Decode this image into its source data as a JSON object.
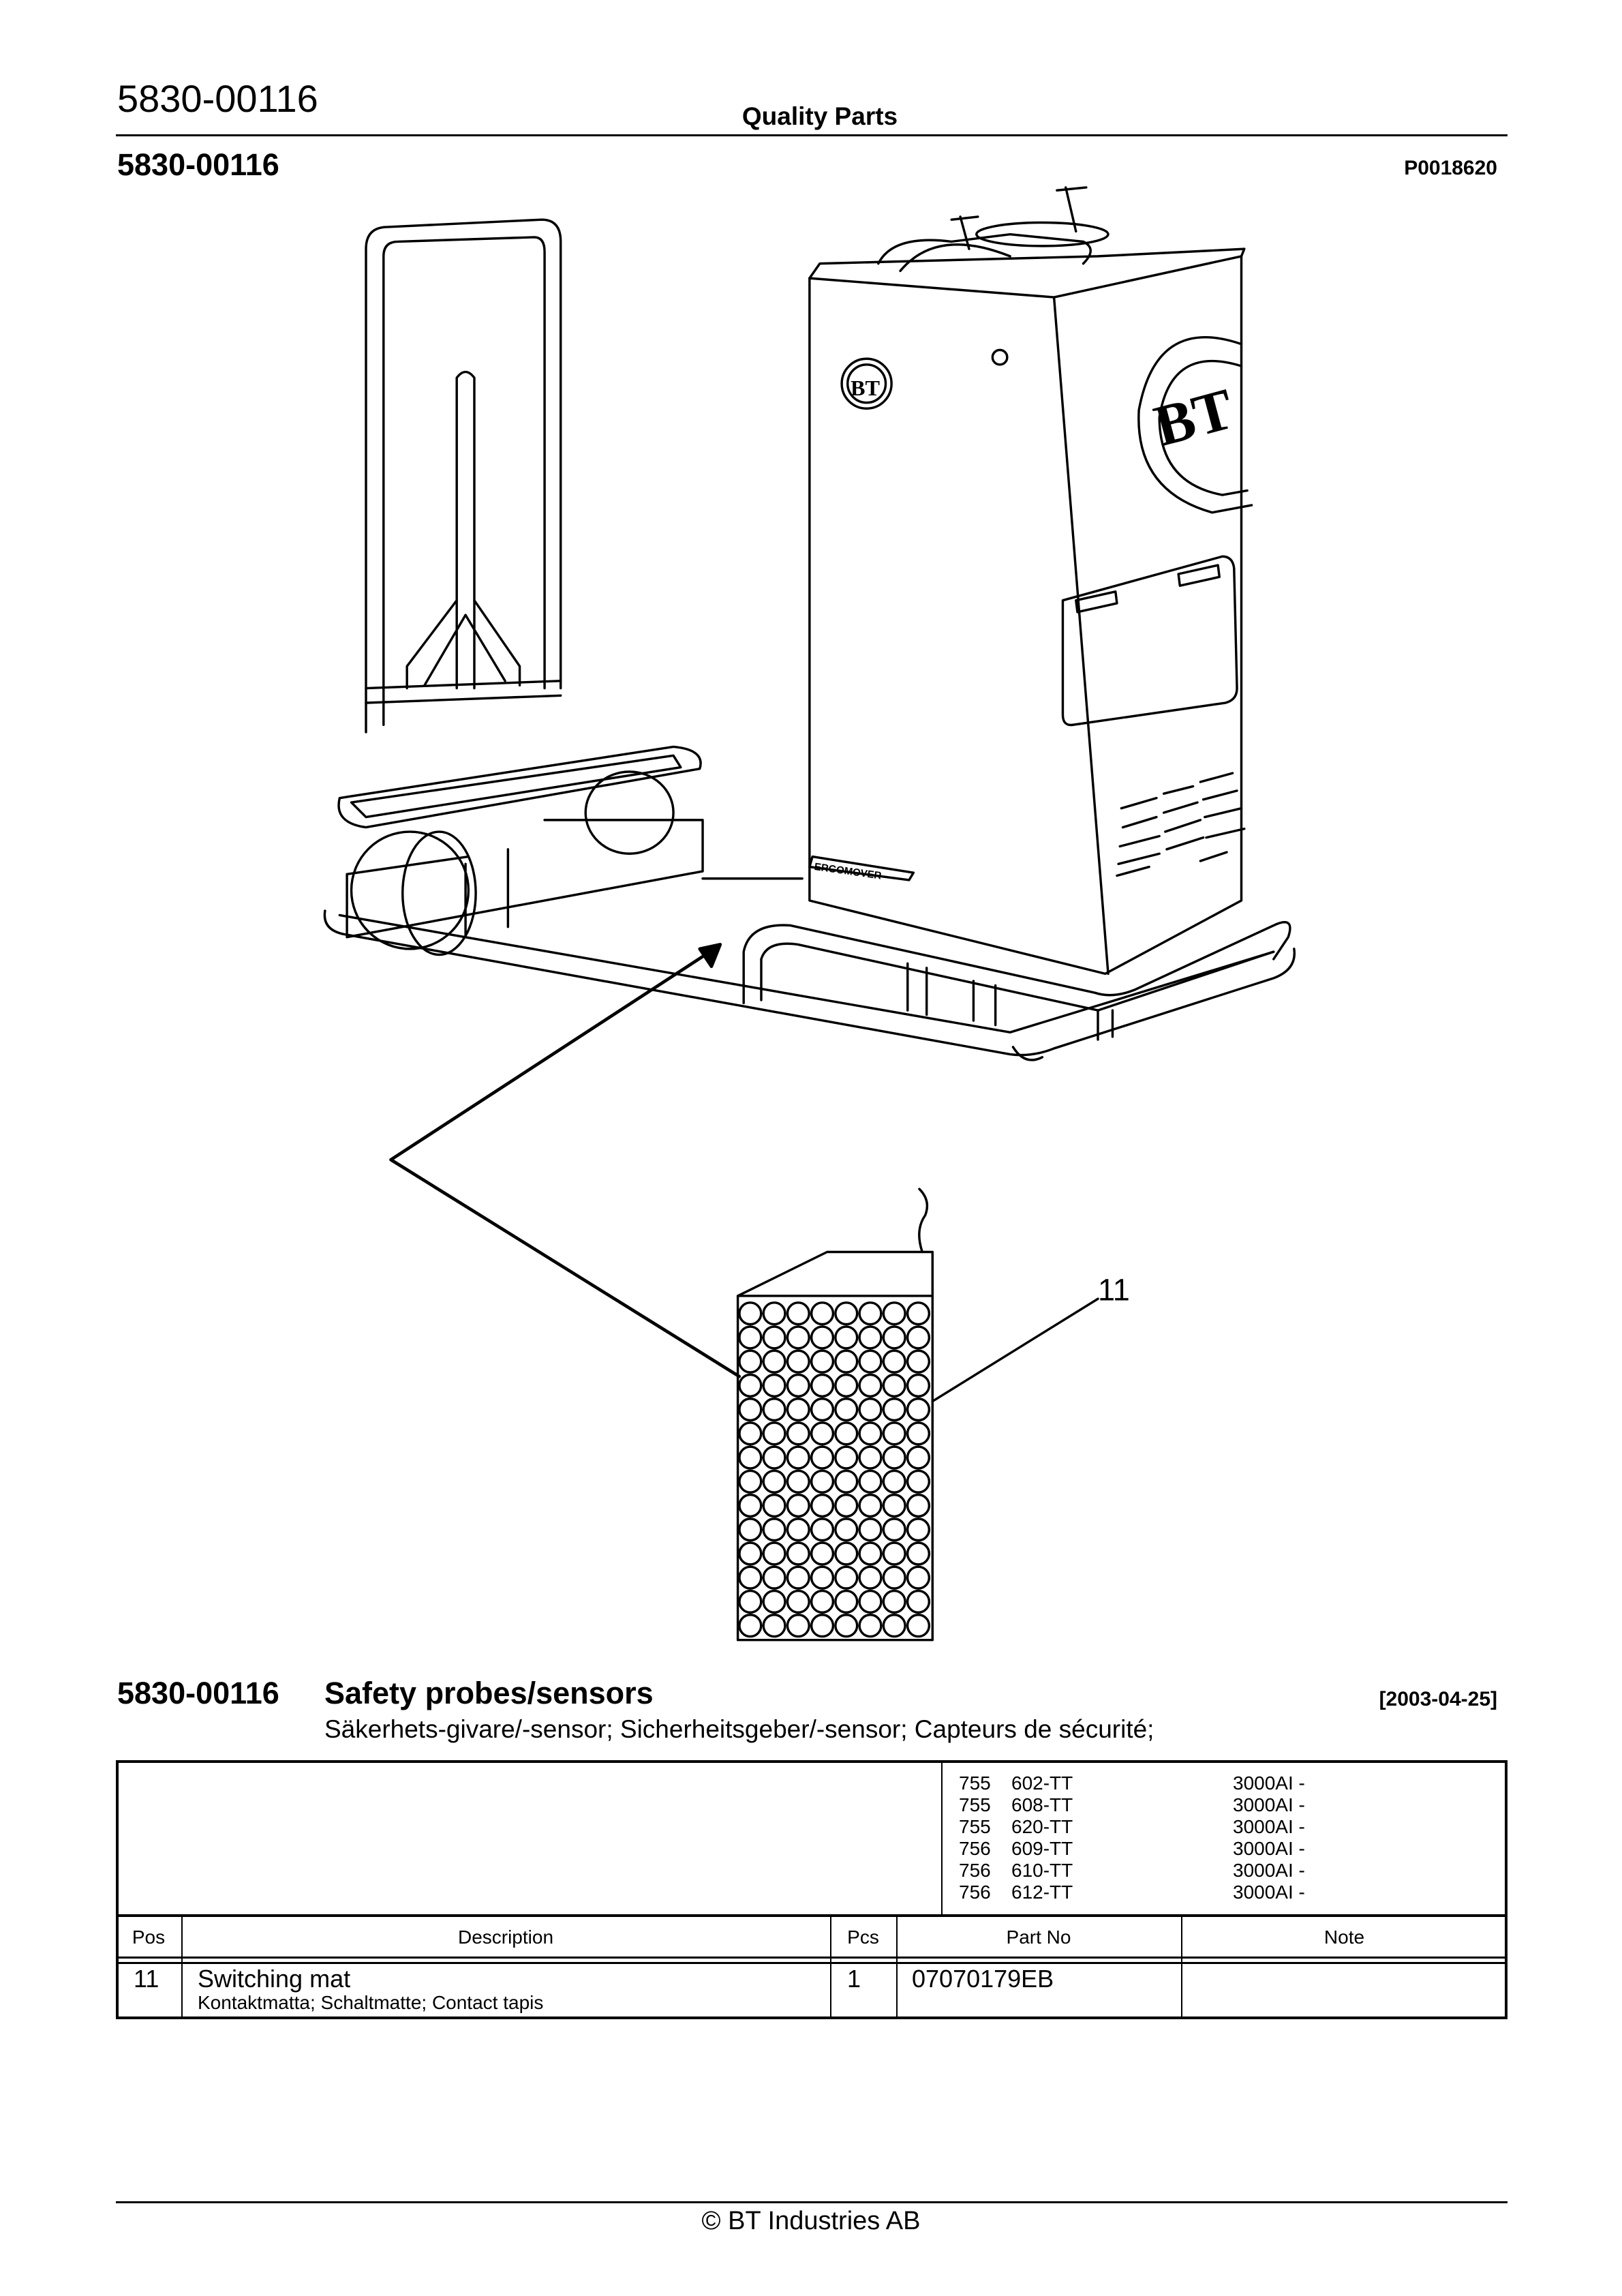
{
  "header": {
    "doc_id": "5830-00116",
    "center_title": "Quality Parts",
    "sub_id": "5830-00116",
    "picture_no": "P0018620"
  },
  "drawing": {
    "logo_text": "BT",
    "brand_label": "ERGOMOVER",
    "callout": "11"
  },
  "section": {
    "id": "5830-00116",
    "title": "Safety probes/sensors",
    "date": "[2003-04-25]",
    "subtitle": "Säkerhets-givare/-sensor; Sicherheitsgeber/-sensor; Capteurs de sécurité;"
  },
  "models": [
    {
      "series": "755",
      "model": "602-TT",
      "range": "3000AI -"
    },
    {
      "series": "755",
      "model": "608-TT",
      "range": "3000AI -"
    },
    {
      "series": "755",
      "model": "620-TT",
      "range": "3000AI -"
    },
    {
      "series": "756",
      "model": "609-TT",
      "range": "3000AI -"
    },
    {
      "series": "756",
      "model": "610-TT",
      "range": "3000AI -"
    },
    {
      "series": "756",
      "model": "612-TT",
      "range": "3000AI -"
    }
  ],
  "table": {
    "columns": [
      "Pos",
      "Description",
      "Pcs",
      "Part No",
      "Note"
    ],
    "rows": [
      {
        "pos": "11",
        "description": "Switching mat",
        "translations": "Kontaktmatta; Schaltmatte; Contact tapis",
        "pcs": "1",
        "part_no": "07070179EB",
        "note": ""
      }
    ]
  },
  "footer": {
    "copyright": "© BT Industries AB"
  }
}
